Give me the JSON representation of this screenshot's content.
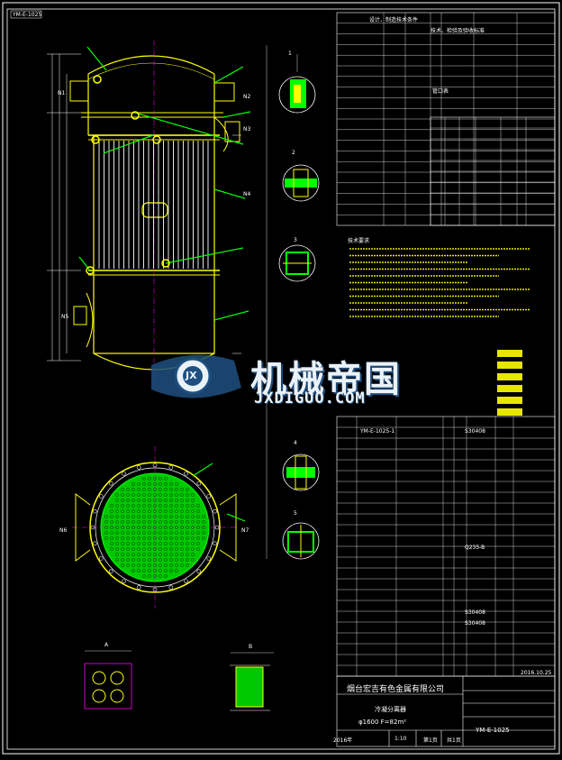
{
  "drawing": {
    "company": "烟台宏吉有色金属有限公司",
    "equipment_name": "冷凝分离器",
    "spec_line": "φ1600  F=82m²",
    "drawing_no": "YM-E-1025",
    "year": "2016年",
    "scale": "1:10",
    "sheet": "第1页",
    "sheets": "共1页",
    "revision_date": "2016.10.25",
    "frame_tag": "YM-E-1025",
    "tech_table_title": "设计、制造技术条件",
    "requirements_title": "技术、检验及验收标准",
    "tech_requirements_title": "技术要求",
    "nozzle_table_title": "管口表",
    "section_a_label": "A",
    "section_b_label": "B",
    "view_labels": [
      "1",
      "2",
      "3",
      "4",
      "5"
    ],
    "nozzle_labels": [
      "N1",
      "N2",
      "N3",
      "N4",
      "N5",
      "N6",
      "N7"
    ],
    "bom_drawing_ref": "YM-E-1025-1",
    "bom_materials": [
      "S30408",
      "Q235-B",
      "S30408",
      "S30408"
    ]
  },
  "watermark": {
    "title": "机械帝国",
    "subtitle": "JXDIGUO.COM",
    "logo_letters": "JX"
  },
  "colors": {
    "background": "#000000",
    "frame": "#ffffff",
    "shell": "#ffff00",
    "tube": "#00ff00",
    "dimension": "#ffffff",
    "accent_magenta": "#ff00ff",
    "watermark_fill": "#eaf2f8",
    "watermark_outline": "#1f4f80"
  }
}
